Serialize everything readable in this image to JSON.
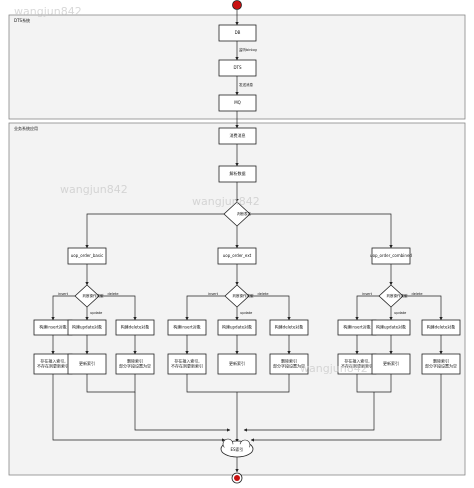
{
  "watermark": "wangjun842",
  "lanes": {
    "dts": "DTS系统",
    "biz": "业务系统应用"
  },
  "nodes": {
    "db": "DB",
    "dts": "DTS",
    "mq": "MQ",
    "consume": "消费消息",
    "parse": "解析数据",
    "judge_table": "判断表名",
    "ucp_base": "uop_order_basic",
    "ucp_ext": "uop_order_ext",
    "ucp_comb": "uop_order_combined",
    "op_judge": "判断操作类型",
    "build_insert": "构建insert对象",
    "build_update": "构建update对象",
    "build_delete": "构建delete对象",
    "do_insert": "存在插入索引,\n不存在则更新索引",
    "do_update": "更新索引",
    "do_delete": "删除索引\n部分字段设置为空",
    "es": "ES索引"
  },
  "edges": {
    "db_to_dts": "监听binlog",
    "dts_to_mq": "发送消息",
    "insert": "insert",
    "update": "update",
    "delete": "delete"
  }
}
